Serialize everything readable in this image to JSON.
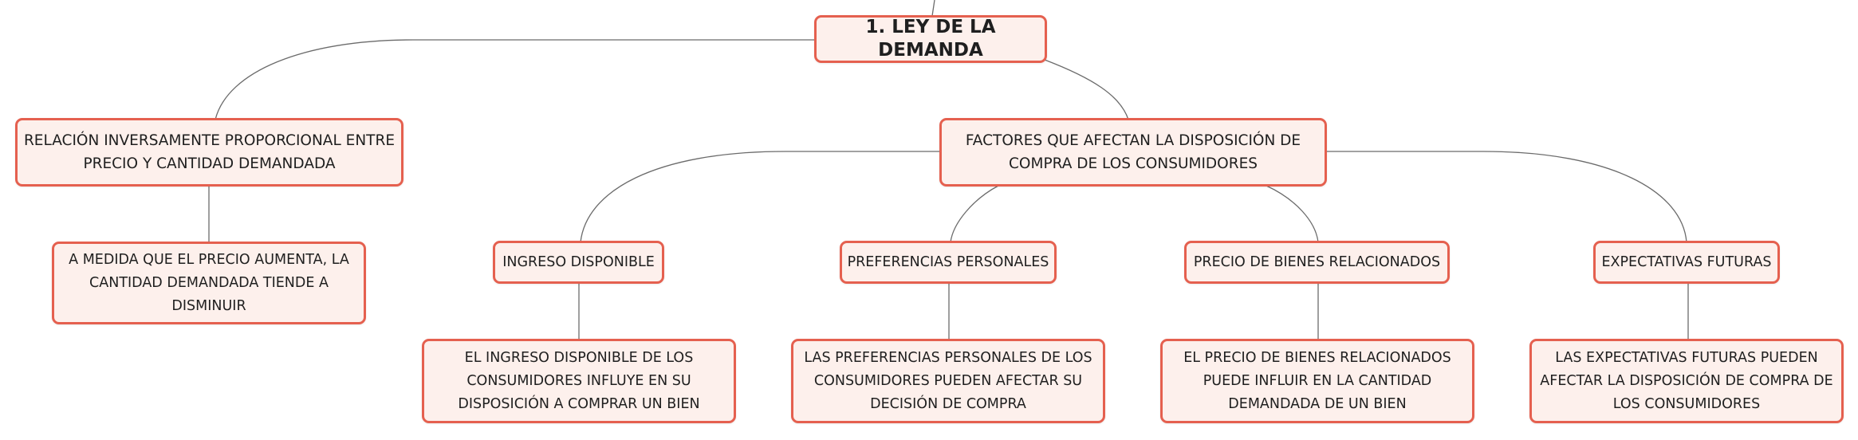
{
  "colors": {
    "border": "#e5604f",
    "fill": "#fdf0ec",
    "line": "#6b6b6b"
  },
  "nodes": {
    "root": "1. LEY DE LA DEMANDA",
    "relacion": "RELACIÓN INVERSAMENTE PROPORCIONAL ENTRE PRECIO Y CANTIDAD DEMANDADA",
    "relacion_detalle": "A MEDIDA QUE EL PRECIO AUMENTA, LA CANTIDAD DEMANDADA TIENDE A DISMINUIR",
    "factores": "FACTORES QUE AFECTAN LA DISPOSICIÓN DE COMPRA DE LOS CONSUMIDORES",
    "ingreso": "INGRESO DISPONIBLE",
    "ingreso_detalle": "EL INGRESO DISPONIBLE DE LOS CONSUMIDORES INFLUYE EN SU DISPOSICIÓN A COMPRAR UN BIEN",
    "preferencias": "PREFERENCIAS PERSONALES",
    "preferencias_detalle": "LAS PREFERENCIAS PERSONALES DE LOS CONSUMIDORES PUEDEN AFECTAR SU DECISIÓN DE COMPRA",
    "precio": "PRECIO DE BIENES RELACIONADOS",
    "precio_detalle": "EL PRECIO DE BIENES RELACIONADOS PUEDE INFLUIR EN LA CANTIDAD DEMANDADA DE UN BIEN",
    "expectativas": "EXPECTATIVAS FUTURAS",
    "expectativas_detalle": "LAS EXPECTATIVAS FUTURAS PUEDEN AFECTAR LA DISPOSICIÓN DE COMPRA DE LOS CONSUMIDORES"
  }
}
